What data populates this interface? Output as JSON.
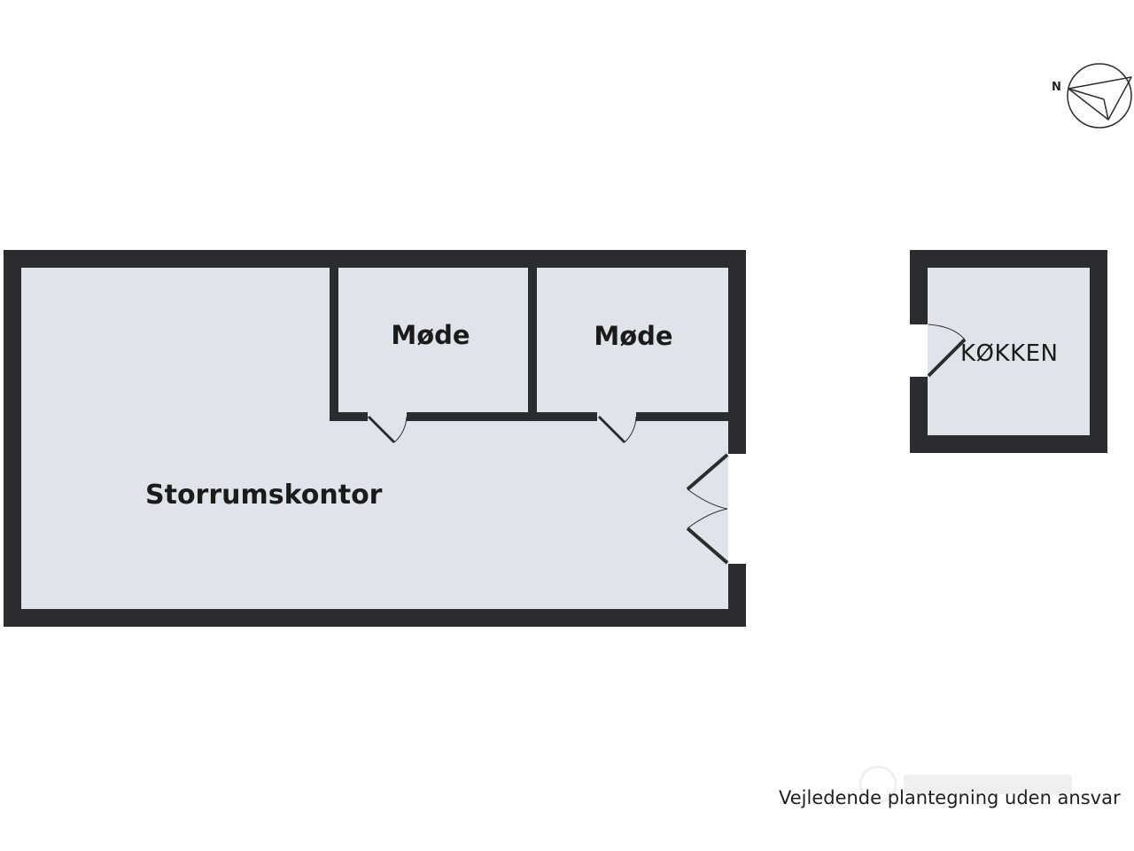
{
  "colors": {
    "wall": "#2a2c2f",
    "floor": "#dfe4ea",
    "background": "#ffffff",
    "text": "#1b1b1b"
  },
  "compass": {
    "label": "N",
    "icon": "north-arrow-icon"
  },
  "rooms": {
    "main": {
      "label": "Storrumskontor"
    },
    "meeting_1": {
      "label": "Møde"
    },
    "meeting_2": {
      "label": "Møde"
    },
    "kitchen": {
      "label": "KØKKEN"
    }
  },
  "disclaimer": "Vejledende plantegning uden ansvar"
}
